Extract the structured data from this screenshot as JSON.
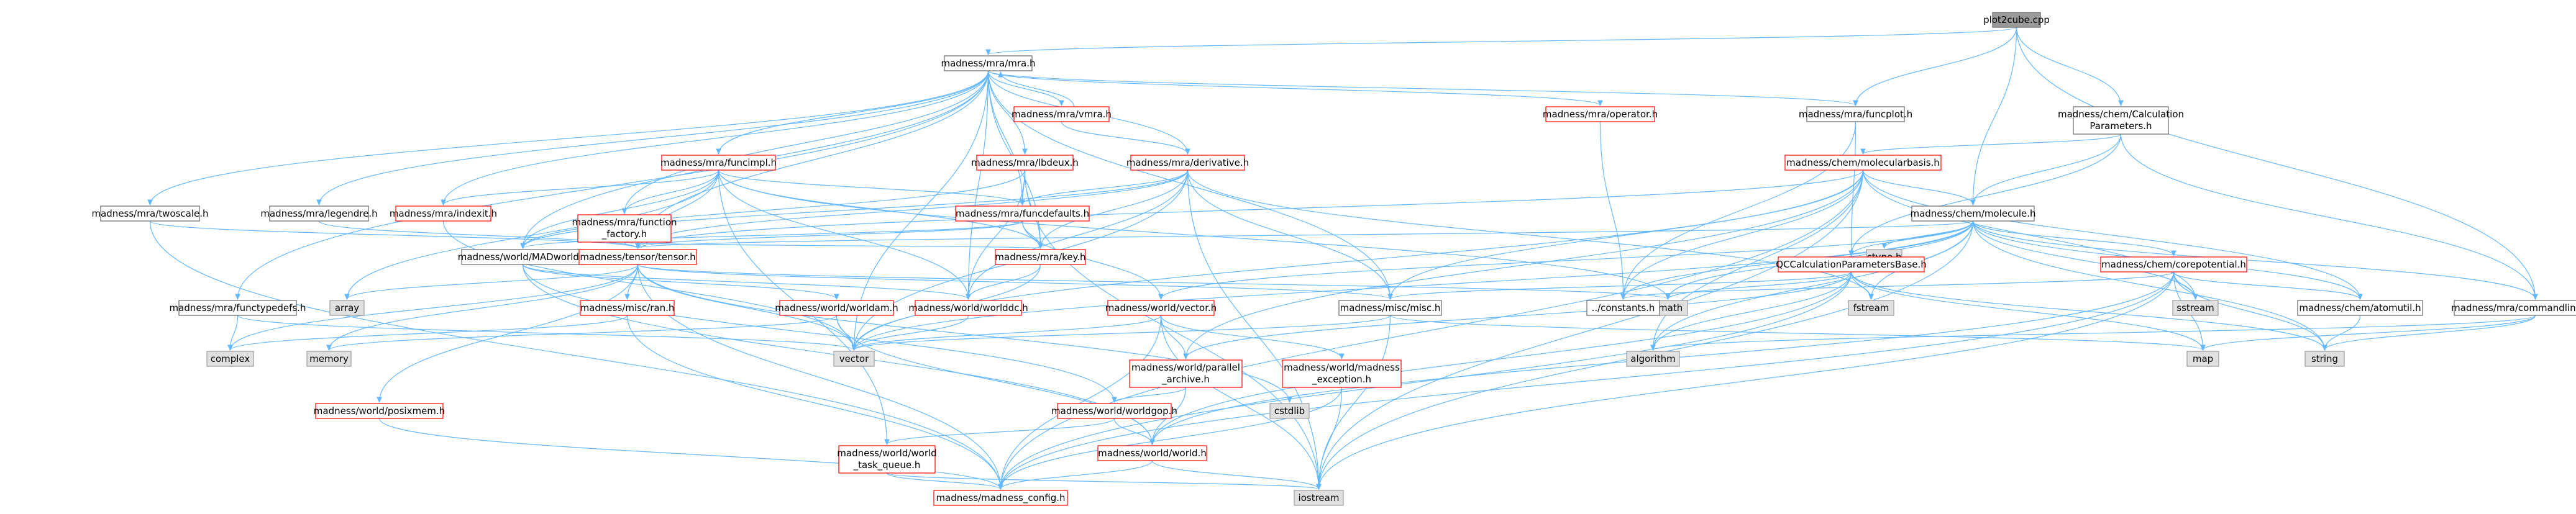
{
  "colors": {
    "edge": "#63b8ff",
    "root_fill": "#999999",
    "local_border": "#666666",
    "incomplete_border": "#ff0000",
    "system_fill": "#e0e0e0"
  },
  "nodes": [
    {
      "id": "plot2cube",
      "label": [
        "plot2cube.cpp"
      ],
      "kind": "root"
    },
    {
      "id": "mra",
      "label": [
        "madness/mra/mra.h"
      ],
      "kind": "local"
    },
    {
      "id": "calcparams",
      "label": [
        "madness/chem/Calculation",
        "Parameters.h"
      ],
      "kind": "local"
    },
    {
      "id": "vmra",
      "label": [
        "madness/mra/vmra.h"
      ],
      "kind": "red"
    },
    {
      "id": "operator",
      "label": [
        "madness/mra/operator.h"
      ],
      "kind": "red"
    },
    {
      "id": "funcplot",
      "label": [
        "madness/mra/funcplot.h"
      ],
      "kind": "local"
    },
    {
      "id": "funcimpl",
      "label": [
        "madness/mra/funcimpl.h"
      ],
      "kind": "red"
    },
    {
      "id": "lbdeux",
      "label": [
        "madness/mra/lbdeux.h"
      ],
      "kind": "red"
    },
    {
      "id": "derivative",
      "label": [
        "madness/mra/derivative.h"
      ],
      "kind": "red"
    },
    {
      "id": "molecularbasis",
      "label": [
        "madness/chem/molecularbasis.h"
      ],
      "kind": "red"
    },
    {
      "id": "twoscale",
      "label": [
        "madness/mra/twoscale.h"
      ],
      "kind": "local"
    },
    {
      "id": "legendre",
      "label": [
        "madness/mra/legendre.h"
      ],
      "kind": "local"
    },
    {
      "id": "indexit",
      "label": [
        "madness/mra/indexit.h"
      ],
      "kind": "red"
    },
    {
      "id": "funcfactory",
      "label": [
        "madness/mra/function",
        "_factory.h"
      ],
      "kind": "red"
    },
    {
      "id": "funcdefaults",
      "label": [
        "madness/mra/funcdefaults.h"
      ],
      "kind": "red"
    },
    {
      "id": "molecule",
      "label": [
        "madness/chem/molecule.h"
      ],
      "kind": "local"
    },
    {
      "id": "key",
      "label": [
        "madness/mra/key.h"
      ],
      "kind": "red"
    },
    {
      "id": "madworld",
      "label": [
        "madness/world/MADworld.h"
      ],
      "kind": "local"
    },
    {
      "id": "tensor",
      "label": [
        "madness/tensor/tensor.h"
      ],
      "kind": "red"
    },
    {
      "id": "ctype",
      "label": [
        "ctype.h"
      ],
      "kind": "sys"
    },
    {
      "id": "qccalc",
      "label": [
        "QCCalculationParametersBase.h"
      ],
      "kind": "red"
    },
    {
      "id": "corepotential",
      "label": [
        "madness/chem/corepotential.h"
      ],
      "kind": "red"
    },
    {
      "id": "functypedefs",
      "label": [
        "madness/mra/functypedefs.h"
      ],
      "kind": "local"
    },
    {
      "id": "array",
      "label": [
        "array"
      ],
      "kind": "sys"
    },
    {
      "id": "ran",
      "label": [
        "madness/misc/ran.h"
      ],
      "kind": "red"
    },
    {
      "id": "worldam",
      "label": [
        "madness/world/worldam.h"
      ],
      "kind": "red"
    },
    {
      "id": "worlddc",
      "label": [
        "madness/world/worlddc.h"
      ],
      "kind": "red"
    },
    {
      "id": "wvector",
      "label": [
        "madness/world/vector.h"
      ],
      "kind": "red"
    },
    {
      "id": "cmath",
      "label": [
        "cmath"
      ],
      "kind": "sys"
    },
    {
      "id": "miscmisc",
      "label": [
        "madness/misc/misc.h"
      ],
      "kind": "local"
    },
    {
      "id": "constants",
      "label": [
        "../constants.h"
      ],
      "kind": "local"
    },
    {
      "id": "fstream",
      "label": [
        "fstream"
      ],
      "kind": "sys"
    },
    {
      "id": "sstream",
      "label": [
        "sstream"
      ],
      "kind": "sys"
    },
    {
      "id": "atomutil",
      "label": [
        "madness/chem/atomutil.h"
      ],
      "kind": "local"
    },
    {
      "id": "cmdparser",
      "label": [
        "madness/mra/commandlineparser.h"
      ],
      "kind": "local"
    },
    {
      "id": "complex",
      "label": [
        "complex"
      ],
      "kind": "sys"
    },
    {
      "id": "memory",
      "label": [
        "memory"
      ],
      "kind": "sys"
    },
    {
      "id": "vector",
      "label": [
        "vector"
      ],
      "kind": "sys"
    },
    {
      "id": "parchive",
      "label": [
        "madness/world/parallel",
        "_archive.h"
      ],
      "kind": "red"
    },
    {
      "id": "mexception",
      "label": [
        "madness/world/madness",
        "_exception.h"
      ],
      "kind": "red"
    },
    {
      "id": "algorithm",
      "label": [
        "algorithm"
      ],
      "kind": "sys"
    },
    {
      "id": "map",
      "label": [
        "map"
      ],
      "kind": "sys"
    },
    {
      "id": "string",
      "label": [
        "string"
      ],
      "kind": "sys"
    },
    {
      "id": "posixmem",
      "label": [
        "madness/world/posixmem.h"
      ],
      "kind": "red"
    },
    {
      "id": "worldgop",
      "label": [
        "madness/world/worldgop.h"
      ],
      "kind": "red"
    },
    {
      "id": "cstdlib",
      "label": [
        "cstdlib"
      ],
      "kind": "sys"
    },
    {
      "id": "taskqueue",
      "label": [
        "madness/world/world",
        "_task_queue.h"
      ],
      "kind": "red"
    },
    {
      "id": "world",
      "label": [
        "madness/world/world.h"
      ],
      "kind": "red"
    },
    {
      "id": "config",
      "label": [
        "madness/madness_config.h"
      ],
      "kind": "red"
    },
    {
      "id": "iostream",
      "label": [
        "iostream"
      ],
      "kind": "sys"
    }
  ]
}
